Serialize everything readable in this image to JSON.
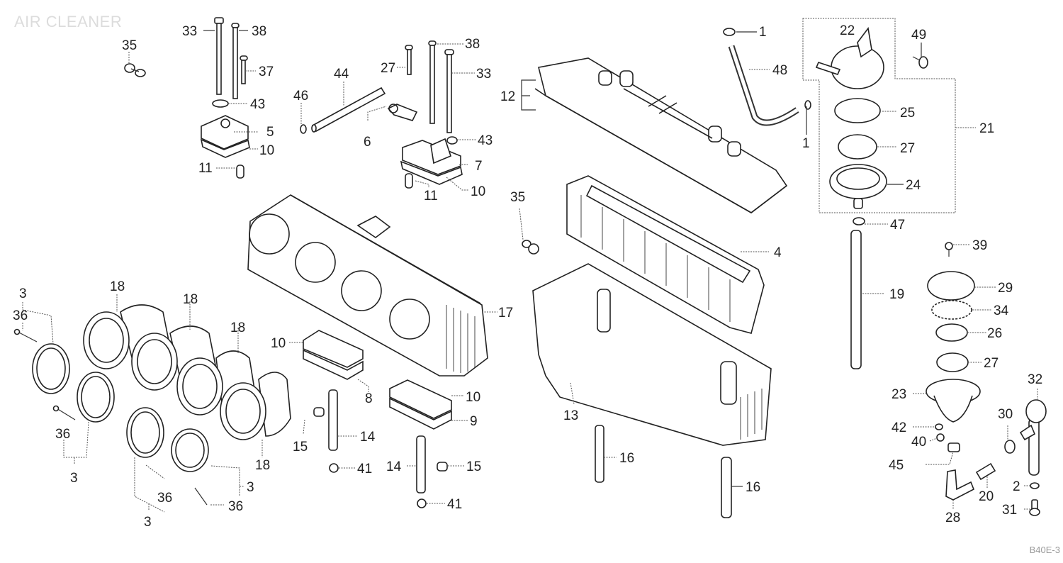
{
  "title": "AIR CLEANER",
  "diagram_code": "B40E-3",
  "callouts": {
    "c1a": "1",
    "c1b": "1",
    "c2": "2",
    "c3a": "3",
    "c3b": "3",
    "c3c": "3",
    "c3d": "3",
    "c4": "4",
    "c5": "5",
    "c6": "6",
    "c7": "7",
    "c8": "8",
    "c9": "9",
    "c10a": "10",
    "c10b": "10",
    "c10c": "10",
    "c10d": "10",
    "c11a": "11",
    "c11b": "11",
    "c12": "12",
    "c13": "13",
    "c14a": "14",
    "c14b": "14",
    "c15a": "15",
    "c15b": "15",
    "c16a": "16",
    "c16b": "16",
    "c17": "17",
    "c18a": "18",
    "c18b": "18",
    "c18c": "18",
    "c18d": "18",
    "c19": "19",
    "c20": "20",
    "c21": "21",
    "c22": "22",
    "c23": "23",
    "c24": "24",
    "c25": "25",
    "c26": "26",
    "c27a": "27",
    "c27b": "27",
    "c27c": "27",
    "c28": "28",
    "c29": "29",
    "c30": "30",
    "c31": "31",
    "c32": "32",
    "c33a": "33",
    "c33b": "33",
    "c34": "34",
    "c35a": "35",
    "c35b": "35",
    "c36a": "36",
    "c36b": "36",
    "c36c": "36",
    "c36d": "36",
    "c37": "37",
    "c38a": "38",
    "c38b": "38",
    "c39": "39",
    "c40": "40",
    "c41a": "41",
    "c41b": "41",
    "c42": "42",
    "c43a": "43",
    "c43b": "43",
    "c44": "44",
    "c45": "45",
    "c46": "46",
    "c47": "47",
    "c48": "48",
    "c49": "49"
  }
}
